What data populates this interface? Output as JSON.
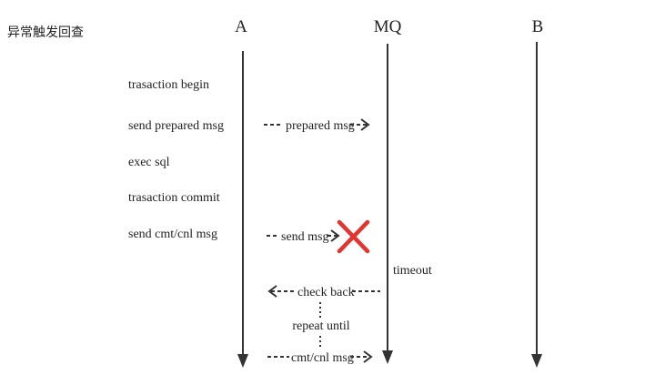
{
  "title": "异常触发回查",
  "participants": {
    "a": "A",
    "mq": "MQ",
    "b": "B"
  },
  "steps": {
    "begin": "trasaction begin",
    "send_prepared": "send prepared msg",
    "exec_sql": "exec sql",
    "commit": "trasaction commit",
    "send_cmt": "send cmt/cnl msg"
  },
  "messages": {
    "prepared": "prepared msg",
    "send": "send msg",
    "timeout": "timeout",
    "check_back": "check back",
    "repeat_until": "repeat until",
    "cmt_cnl": "cmt/cnl msg"
  },
  "colors": {
    "line": "#333333",
    "failure": "#e3342f"
  },
  "icons": {
    "failure": "x-mark-icon"
  }
}
